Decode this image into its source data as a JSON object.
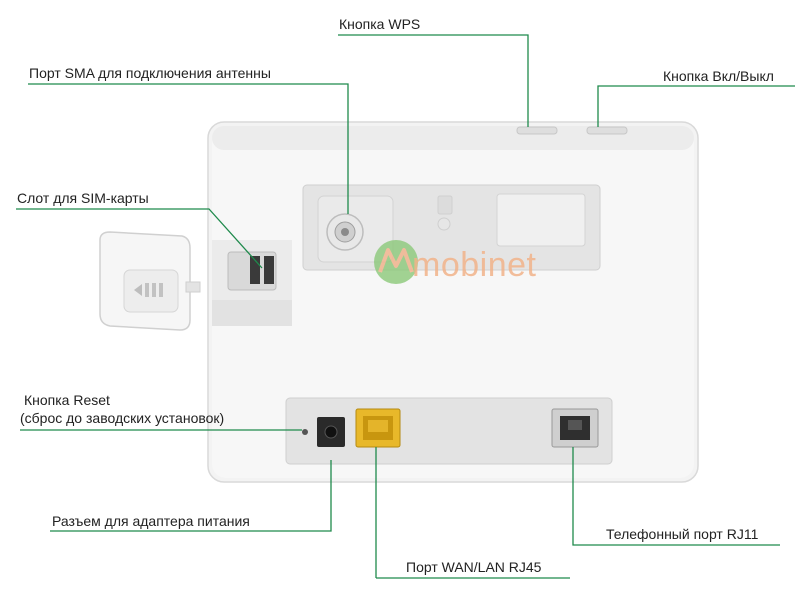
{
  "labels": {
    "wps": "Кнопка WPS",
    "power": "Кнопка Вкл/Выкл",
    "sma": "Порт SMA для подключения антенны",
    "sim": "Слот для SIM-карты",
    "reset_line1": "Кнопка Reset",
    "reset_line2": "(сброс до заводских установок)",
    "adapter": "Разъем для адаптера питания",
    "phone": "Телефонный порт RJ11",
    "wan": "Порт WAN/LAN RJ45"
  },
  "watermark": "mobinet",
  "colors": {
    "leader": "#1f8a4c",
    "body": "#f4f4f4",
    "port_yellow": "#e8b82a",
    "watermark": "#f2b38a",
    "watermark_logo": "#7fbf6a"
  }
}
